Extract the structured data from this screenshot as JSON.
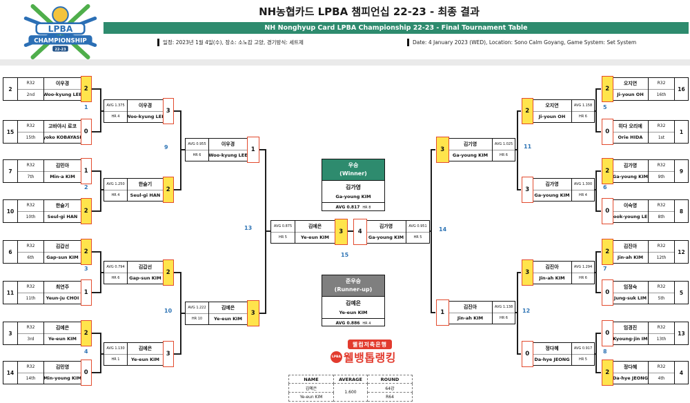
{
  "header": {
    "title": "NH농협카드 LPBA 챔피언십 22-23 - 최종 결과",
    "banner": "NH Nonghyup Card LPBA Championship 22-23 - Final Tournament Table",
    "info_kr": "일정: 2023년 1월 4일(수), 장소: 소노캄 고양, 경기방식: 세트제",
    "info_en": "Date: 4 January 2023 (WED), Location: Sono Calm Goyang, Game System: Set System",
    "logo": {
      "lpba": "LPBA",
      "championship": "CHAMPIONSHIP",
      "season": "22-23"
    }
  },
  "colors": {
    "banner_green": "#2e8b6e",
    "score_highlight_yellow": "#ffe44c",
    "score_border_red": "#e2492c",
    "match_number_blue": "#2e74b5",
    "runnerup_gray": "#7f7f7f",
    "sponsor_red": "#e23b2e"
  },
  "bracket": {
    "match_numbers": [
      "1",
      "2",
      "3",
      "4",
      "9",
      "10",
      "13",
      "15",
      "5",
      "6",
      "7",
      "8",
      "11",
      "12",
      "14"
    ],
    "left_r32": [
      {
        "seed": "2",
        "round": "R32",
        "rank": "2nd",
        "kr": "이우경",
        "en": "Woo-kyung LEE",
        "score": "2",
        "hl": true
      },
      {
        "seed": "15",
        "round": "R32",
        "rank": "15th",
        "kr": "고바야시 료코",
        "en": "Ryoko KOBAYASHI",
        "score": "0",
        "hl": false
      },
      {
        "seed": "7",
        "round": "R32",
        "rank": "7th",
        "kr": "김민아",
        "en": "Min-a KIM",
        "score": "1",
        "hl": false
      },
      {
        "seed": "10",
        "round": "R32",
        "rank": "10th",
        "kr": "한슬기",
        "en": "Seul-gi HAN",
        "score": "2",
        "hl": true
      },
      {
        "seed": "6",
        "round": "R32",
        "rank": "6th",
        "kr": "김갑선",
        "en": "Gap-sun KIM",
        "score": "2",
        "hl": true
      },
      {
        "seed": "11",
        "round": "R32",
        "rank": "11th",
        "kr": "최연주",
        "en": "Yeun-ju CHOI",
        "score": "1",
        "hl": false
      },
      {
        "seed": "3",
        "round": "R32",
        "rank": "3rd",
        "kr": "김예은",
        "en": "Ye-eun KIM",
        "score": "2",
        "hl": true
      },
      {
        "seed": "14",
        "round": "R32",
        "rank": "14th",
        "kr": "김민영",
        "en": "Min-young KIM",
        "score": "0",
        "hl": false
      }
    ],
    "left_r16": [
      {
        "avg": "AVG 1.375",
        "hr": "HR 4",
        "kr": "이우경",
        "en": "Woo-kyung LEE",
        "score": "3",
        "hl": false
      },
      {
        "avg": "AVG 1.250",
        "hr": "HR 4",
        "kr": "한슬기",
        "en": "Seul-gi HAN",
        "score": "2",
        "hl": true
      },
      {
        "avg": "AVG 0.794",
        "hr": "HR 6",
        "kr": "김갑선",
        "en": "Gap-sun KIM",
        "score": "2",
        "hl": true
      },
      {
        "avg": "AVG 1.130",
        "hr": "HR 1",
        "kr": "김예은",
        "en": "Ye-eun KIM",
        "score": "3",
        "hl": false
      }
    ],
    "left_sf": [
      {
        "avg": "AVG 0.955",
        "hr": "HR 6",
        "kr": "이우경",
        "en": "Woo-kyung LEE",
        "score": "1",
        "hl": false
      },
      {
        "avg": "AVG 1.222",
        "hr": "HR 10",
        "kr": "김예은",
        "en": "Ye-eun KIM",
        "score": "3",
        "hl": true
      }
    ],
    "final_left": {
      "avg": "AVG 0.875",
      "hr": "HR 5",
      "kr": "김예은",
      "en": "Ye-eun KIM",
      "score": "3",
      "hl": true
    },
    "final_right": {
      "avg": "AVG 0.951",
      "hr": "HR 5",
      "kr": "김가영",
      "en": "Ga-young KIM",
      "score": "4",
      "hl": false
    },
    "right_sf": [
      {
        "avg": "AVG 1.025",
        "hr": "HR 6",
        "kr": "김기영",
        "en": "Ga-young KIM",
        "score": "3",
        "hl": true
      },
      {
        "avg": "AVG 1.138",
        "hr": "HR 6",
        "kr": "김진아",
        "en": "Jin-ah KIM",
        "score": "1",
        "hl": false
      }
    ],
    "right_r16": [
      {
        "avg": "AVG 1.158",
        "hr": "HR 6",
        "kr": "오지연",
        "en": "Ji-youn OH",
        "score": "2",
        "hl": true
      },
      {
        "avg": "AVG 1.300",
        "hr": "HR 4",
        "kr": "김가영",
        "en": "Ga-young KIM",
        "score": "3",
        "hl": false
      },
      {
        "avg": "AVG 1.294",
        "hr": "HR 6",
        "kr": "김진아",
        "en": "Jin-ah KIM",
        "score": "3",
        "hl": true
      },
      {
        "avg": "AVG 0.917",
        "hr": "HR 5",
        "kr": "정다혜",
        "en": "Da-hye JEONG",
        "score": "0",
        "hl": false
      }
    ],
    "right_r32": [
      {
        "seed": "16",
        "round": "R32",
        "rank": "16th",
        "kr": "오지연",
        "en": "Ji-youn OH",
        "score": "2",
        "hl": true
      },
      {
        "seed": "1",
        "round": "R32",
        "rank": "1st",
        "kr": "히다 오리에",
        "en": "Orie HIDA",
        "score": "0",
        "hl": false
      },
      {
        "seed": "9",
        "round": "R32",
        "rank": "9th",
        "kr": "김가영",
        "en": "Ga-young KIM",
        "score": "2",
        "hl": true
      },
      {
        "seed": "8",
        "round": "R32",
        "rank": "8th",
        "kr": "이숙영",
        "en": "Sook-young LEE",
        "score": "0",
        "hl": false
      },
      {
        "seed": "12",
        "round": "R32",
        "rank": "12th",
        "kr": "김진아",
        "en": "Jin-ah KIM",
        "score": "2",
        "hl": true
      },
      {
        "seed": "5",
        "round": "R32",
        "rank": "5th",
        "kr": "임정숙",
        "en": "Jung-suk LIM",
        "score": "0",
        "hl": false
      },
      {
        "seed": "13",
        "round": "R32",
        "rank": "13th",
        "kr": "임경진",
        "en": "Kyoung-jin IM",
        "score": "0",
        "hl": false
      },
      {
        "seed": "4",
        "round": "R32",
        "rank": "4th",
        "kr": "정다혜",
        "en": "Da-hye JEONG",
        "score": "2",
        "hl": true
      }
    ]
  },
  "winner_box": {
    "title_kr": "우승",
    "title_en": "(Winner)",
    "kr": "김가영",
    "en": "Ga-young KIM",
    "avg": "AVG 0.817",
    "hr": "HR 8"
  },
  "runnerup_box": {
    "title_kr": "준우승",
    "title_en": "(Runner-up)",
    "kr": "김예은",
    "en": "Ye-eun KIM",
    "avg": "AVG 0.886",
    "hr": "HR 4"
  },
  "sponsor": {
    "bank": "웰컴저축은행",
    "brand": "웰뱅톱랭킹",
    "badge": "LPBA"
  },
  "footer_table": {
    "headers": [
      "NAME",
      "AVERAGE",
      "ROUND"
    ],
    "name_kr": "김예은",
    "name_en": "Ye-eun KIM",
    "average": "1.600",
    "round_kr": "64강",
    "round_en": "R64"
  }
}
